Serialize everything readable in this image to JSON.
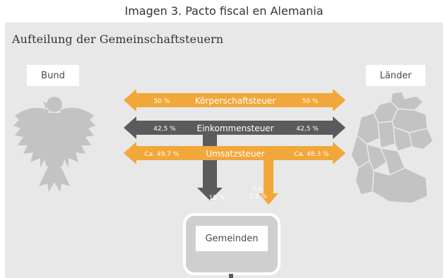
{
  "caption": "Imagen 3. Pacto fiscal en Alemania",
  "title": "Aufteilung der Gemeinschaftsteuern",
  "bund_label": "Bund",
  "laender_label": "Länder",
  "gemeinden_label": "Gemeinden",
  "colors": {
    "orange": "#f2a73a",
    "dark": "#5b5b5b",
    "panel": "#e8e8e8",
    "emblem": "#c3c3c3"
  },
  "arrows": [
    {
      "name": "koerperschaftsteuer",
      "tax": "Körperschaftsteuer",
      "left_share": "50 %",
      "right_share": "50 %",
      "color": "orange"
    },
    {
      "name": "einkommensteuer",
      "tax": "Einkommensteuer",
      "left_share": "42,5 %",
      "right_share": "42,5 %",
      "color": "dark"
    },
    {
      "name": "umsatzsteuer",
      "tax": "Umsatzsteuer",
      "left_share": "Ca. 49,7 %",
      "right_share": "Ca. 48,3 %",
      "color": "orange"
    }
  ],
  "gemeinden_shares": {
    "einkommensteuer": "15 %",
    "umsatzsteuer_line1": "Ca.",
    "umsatzsteuer_line2": "2,2 %"
  }
}
